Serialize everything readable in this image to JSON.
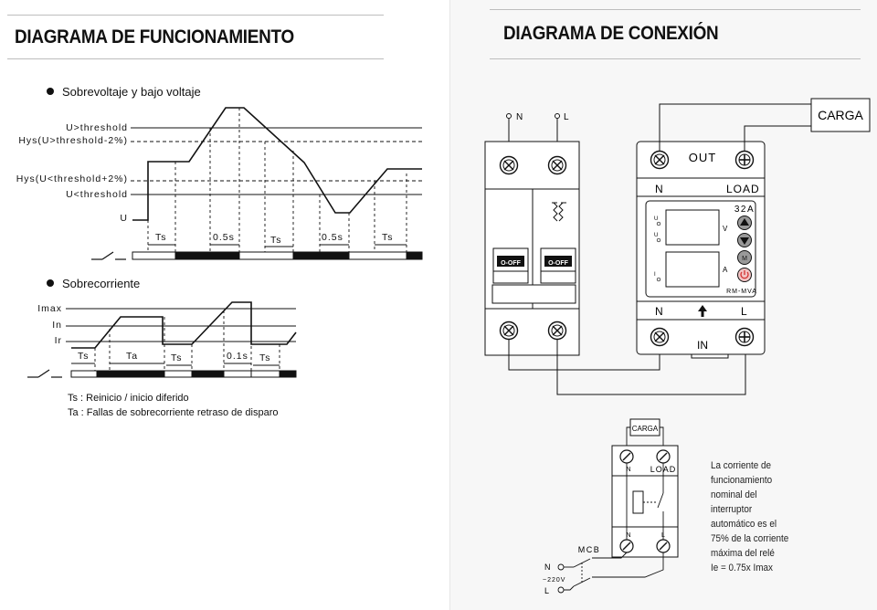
{
  "left": {
    "title": "DIAGRAMA DE FUNCIONAMIENTO",
    "section1": {
      "title": "Sobrevoltaje y bajo voltaje",
      "level_labels": [
        "U>threshold",
        "Hys(U>threshold-2%)",
        "Hys(U<threshold+2%)",
        "U<threshold",
        "U"
      ],
      "timing_labels": [
        "Ts",
        "0.5s",
        "Ts",
        "0.5s",
        "Ts"
      ]
    },
    "section2": {
      "title": "Sobrecorriente",
      "level_labels": [
        "Imax",
        "In",
        "Ir"
      ],
      "timing_labels": [
        "Ts",
        "Ta",
        "Ts",
        "0.1s",
        "Ts"
      ]
    },
    "legend": [
      "Ts : Reinicio / inicio diferido",
      "Ta : Fallas de sobrecorriente retraso de disparo"
    ]
  },
  "right": {
    "title": "DIAGRAMA DE CONEXIÓN",
    "top_diagram": {
      "mcb_terminals": [
        "N",
        "L"
      ],
      "switch_labels": [
        "O-OFF",
        "O-OFF"
      ],
      "load_label": "CARGA",
      "device": {
        "out_label": "OUT",
        "n_top": "N",
        "load_terminal": "LOAD",
        "rating": "32A",
        "unit_v": "V",
        "unit_a": "A",
        "button_row": "RM-MVA",
        "n_bottom": "N",
        "l_bottom": "L",
        "in_label": "IN"
      }
    },
    "bottom_diagram": {
      "load_label": "CARGA",
      "n_top": "N",
      "load_terminal": "LOAD",
      "n_bottom": "N",
      "l_bottom": "L",
      "mcb_label": "MCB",
      "supply_n": "N",
      "supply_voltage": "~220V",
      "supply_l": "L"
    },
    "note": [
      "La corriente de",
      "funcionamiento",
      "nominal del",
      "interruptor",
      "automático es el",
      "75% de la corriente",
      "máxima del relé",
      "Ie = 0.75x Imax"
    ]
  }
}
